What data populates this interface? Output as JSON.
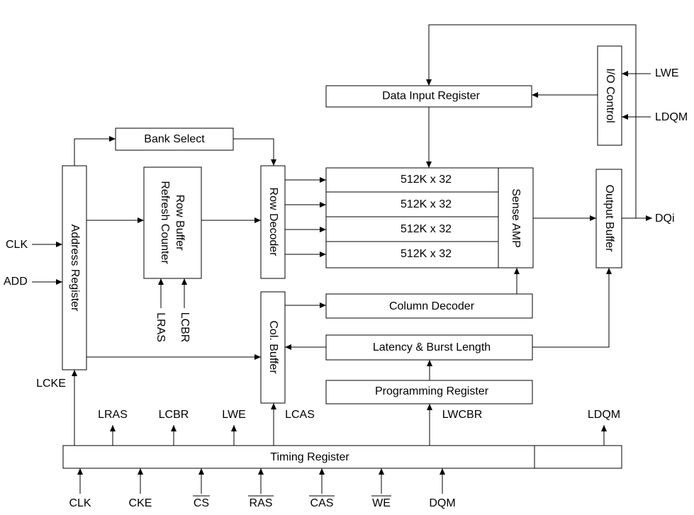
{
  "blocks": {
    "address_register": "Address Register",
    "bank_select": "Bank Select",
    "row_buffer_line1": "Row Buffer",
    "row_buffer_line2": "Refresh Counter",
    "row_decoder": "Row Decoder",
    "col_buffer": "Col. Buffer",
    "data_input_register": "Data Input Register",
    "io_control": "I/O Control",
    "memory_banks": [
      "512K x 32",
      "512K x 32",
      "512K x 32",
      "512K x 32"
    ],
    "sense_amp": "Sense AMP",
    "output_buffer": "Output Buffer",
    "column_decoder": "Column Decoder",
    "latency_burst": "Latency & Burst Length",
    "programming_register": "Programming Register",
    "timing_register": "Timing Register"
  },
  "signals": {
    "clk_in": "CLK",
    "add_in": "ADD",
    "lras_row_buffer": "LRAS",
    "lcbr_row_buffer": "LCBR",
    "lwe_io": "LWE",
    "ldqm_io": "LDQM",
    "dqi": "DQi",
    "timing_outputs": [
      "LCKE",
      "LRAS",
      "LCBR",
      "LWE",
      "LCAS",
      "LWCBR",
      "LDQM"
    ],
    "timing_inputs": [
      "CLK",
      "CKE",
      "CS",
      "RAS",
      "CAS",
      "WE",
      "DQM"
    ]
  }
}
